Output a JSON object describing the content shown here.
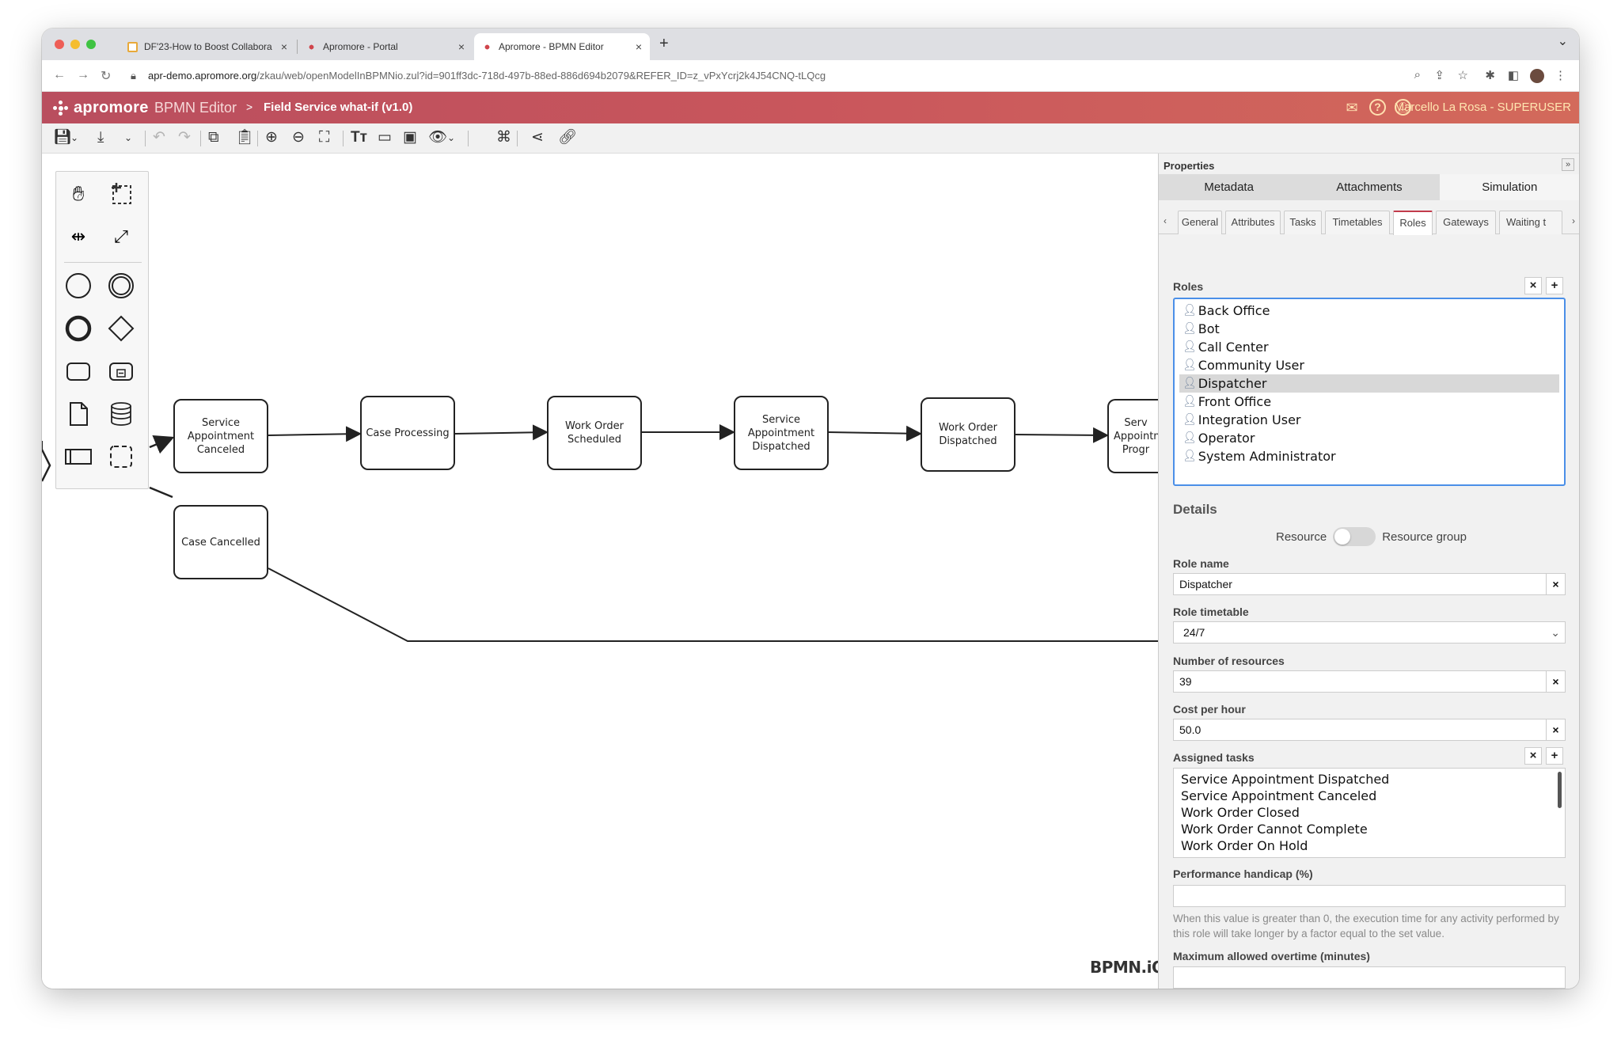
{
  "browser": {
    "tabs": [
      {
        "title": "DF'23-How to Boost Collabora",
        "close": "×",
        "color": "#e8a93a"
      },
      {
        "title": "Apromore - Portal",
        "close": "×",
        "color": "#d0454c"
      },
      {
        "title": "Apromore - BPMN Editor",
        "close": "×",
        "color": "#d0454c"
      }
    ],
    "new_tab": "+",
    "dropdown": "⌄",
    "url_host": "apr-demo.apromore.org",
    "url_path": "/zkau/web/openModelInBPMNio.zul?id=901ff3dc-718d-497b-88ed-886d694b2079&REFER_ID=z_vPxYcrj2k4J54CNQ-tLQcg"
  },
  "header": {
    "logo": "apromore",
    "app_name": "BPMN Editor",
    "separator": ">",
    "model_name": "Field Service what-if (v1.0)",
    "user": "Marcello La Rosa - SUPERUSER",
    "accent": "#c9565c"
  },
  "canvas": {
    "tasks": [
      {
        "label": "Service Appointment Canceled"
      },
      {
        "label": "Case Processing"
      },
      {
        "label": "Work Order Scheduled"
      },
      {
        "label": "Service Appointment Dispatched"
      },
      {
        "label": "Work Order Dispatched"
      },
      {
        "label": "Serv Appointm Progr"
      },
      {
        "label": "Case Cancelled"
      }
    ],
    "watermark": "BPMN.iO"
  },
  "properties": {
    "title": "Properties",
    "collapse": "»",
    "main_tabs": [
      "Metadata",
      "Attachments",
      "Simulation"
    ],
    "sub_tabs": [
      "General",
      "Attributes",
      "Tasks",
      "Timetables",
      "Roles",
      "Gateways",
      "Waiting t"
    ],
    "scroll_left": "‹",
    "scroll_right": "›",
    "roles_label": "Roles",
    "remove": "×",
    "add": "+",
    "roles": [
      "Back Office",
      "Bot",
      "Call Center",
      "Community User",
      "Dispatcher",
      "Front Office",
      "Integration User",
      "Operator",
      "System Administrator"
    ],
    "selected_role": "Dispatcher",
    "details_label": "Details",
    "toggle_left": "Resource",
    "toggle_right": "Resource group",
    "role_name_label": "Role name",
    "role_name": "Dispatcher",
    "role_timetable_label": "Role timetable",
    "role_timetable": "24/7",
    "num_resources_label": "Number of resources",
    "num_resources": "39",
    "cost_label": "Cost per hour",
    "cost": "50.0",
    "assigned_tasks_label": "Assigned tasks",
    "assigned_tasks": [
      "Service Appointment Dispatched",
      "Service Appointment Canceled",
      "Work Order Closed",
      "Work Order Cannot Complete",
      "Work Order On Hold"
    ],
    "handicap_label": "Performance handicap (%)",
    "handicap_value": "",
    "handicap_help": "When this value is greater than 0, the execution time for any activity performed by this role will take longer by a factor equal to the set value.",
    "overtime_label": "Maximum allowed overtime (minutes)",
    "overtime_value": ""
  }
}
